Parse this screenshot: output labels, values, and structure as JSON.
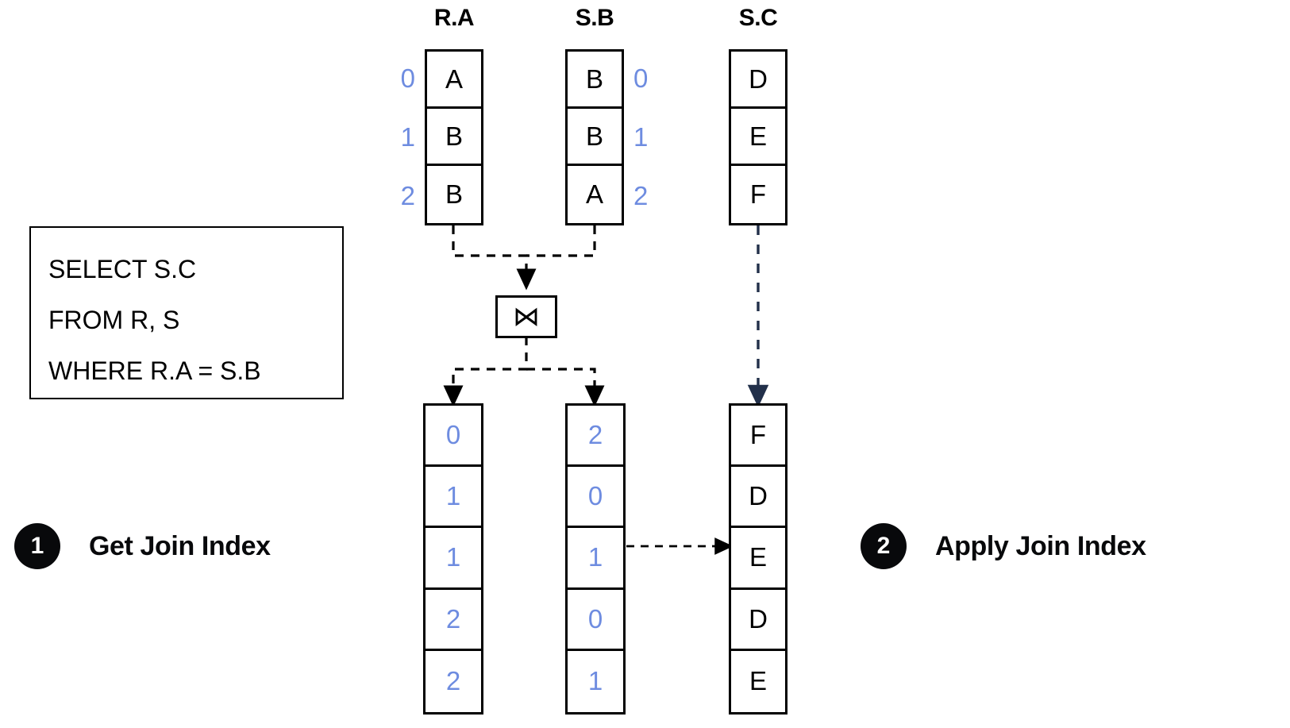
{
  "diagram": {
    "title_headers": [
      {
        "name": "header-r-a",
        "label": "R.A"
      },
      {
        "name": "header-s-b",
        "label": "S.B"
      },
      {
        "name": "header-s-c",
        "label": "S.C"
      }
    ],
    "colors": {
      "index_blue": "#6E8CE0",
      "ink": "#000000",
      "badge": "#08090B",
      "dashed_navy": "#22304A"
    },
    "sql": {
      "lines": [
        "SELECT S.C",
        "FROM R, S",
        "WHERE R.A = S.B"
      ]
    },
    "join_operator": {
      "glyph": "⋈",
      "name": "join-operator"
    },
    "input_tables": [
      {
        "name": "table-r-a",
        "header": "R.A",
        "index_side": "left",
        "indices": [
          "0",
          "1",
          "2"
        ],
        "values": [
          "A",
          "B",
          "B"
        ]
      },
      {
        "name": "table-s-b",
        "header": "S.B",
        "index_side": "right",
        "indices": [
          "0",
          "1",
          "2"
        ],
        "values": [
          "B",
          "B",
          "A"
        ]
      },
      {
        "name": "table-s-c",
        "header": "S.C",
        "index_side": "none",
        "indices": [],
        "values": [
          "D",
          "E",
          "F"
        ]
      }
    ],
    "output_tables": [
      {
        "name": "join-index-left",
        "kind": "index",
        "values": [
          "0",
          "1",
          "1",
          "2",
          "2"
        ]
      },
      {
        "name": "join-index-right",
        "kind": "index",
        "values": [
          "2",
          "0",
          "1",
          "0",
          "1"
        ]
      },
      {
        "name": "result-s-c",
        "kind": "value",
        "values": [
          "F",
          "D",
          "E",
          "D",
          "E"
        ]
      }
    ],
    "steps": [
      {
        "name": "step-one",
        "number": "1",
        "label": "Get Join Index"
      },
      {
        "name": "step-two",
        "number": "2",
        "label": "Apply Join Index"
      }
    ]
  }
}
